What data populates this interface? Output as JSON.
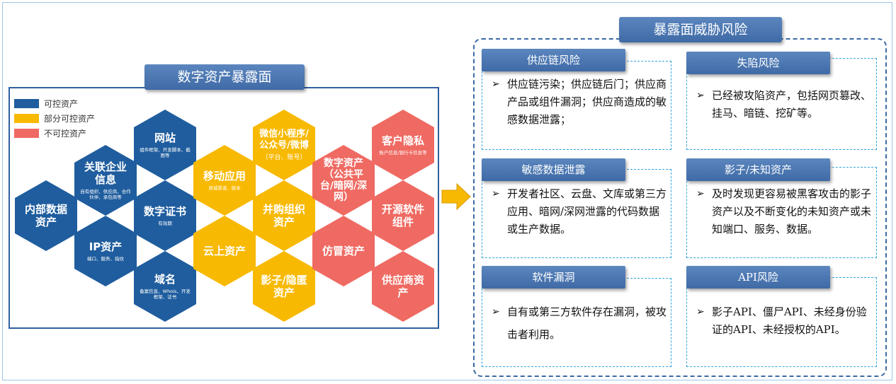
{
  "left": {
    "title": "数字资产暴露面",
    "legend": [
      {
        "label": "可控资产",
        "color": "#1f5d9e"
      },
      {
        "label": "部分可控资产",
        "color": "#f8b902"
      },
      {
        "label": "不可控资产",
        "color": "#ef6a62"
      }
    ],
    "hexes": {
      "internal": {
        "title": "内部数据资产"
      },
      "related": {
        "title": "关联企业信息",
        "sub": "自有组织、供应商、合作伙伴、承包商等"
      },
      "website": {
        "title": "网站",
        "sub": "组件框架、开发脚本、截图等"
      },
      "cert": {
        "title": "数字证书",
        "sub": "有效期"
      },
      "ip": {
        "title": "IP资产",
        "sub": "端口、服务、指纹"
      },
      "domain": {
        "title": "域名",
        "sub": "备案信息、Whois、开发框架、证书"
      },
      "mobile": {
        "title": "移动应用",
        "sub": "商城渠道、版本"
      },
      "cloud": {
        "title": "云上资产"
      },
      "wechat": {
        "title": "微信小程序/公众号/微博",
        "sub": "（平台、账号）"
      },
      "merger": {
        "title": "并购组织资产"
      },
      "shadow": {
        "title": "影子/隐匿资产"
      },
      "digital": {
        "title": "数字资产（公共平台/暗网/深网）"
      },
      "counterfeit": {
        "title": "仿冒资产"
      },
      "privacy": {
        "title": "客户隐私",
        "sub": "账户信息/银行卡信息等"
      },
      "opensource": {
        "title": "开源软件组件"
      },
      "supplier": {
        "title": "供应商资产"
      }
    }
  },
  "right": {
    "title": "暴露面威胁风险",
    "panels": {
      "supply": {
        "title": "供应链风险",
        "text": "供应链污染；供应链后门；供应商产品或组件漏洞；供应商造成的敏感数据泄露；"
      },
      "fallen": {
        "title": "失陷风险",
        "text": "已经被攻陷资产，包括网页篡改、挂马、暗链、挖矿等。"
      },
      "leak": {
        "title": "敏感数据泄露",
        "text": "开发者社区、云盘、文库或第三方应用、暗网/深网泄露的代码数据或生产数据。"
      },
      "shadow": {
        "title": "影子/未知资产",
        "text": "及时发现更容易被黑客攻击的影子资产以及不断变化的未知资产或未知端口、服务、数据。"
      },
      "vuln": {
        "title": "软件漏洞",
        "text": "自有或第三方软件存在漏洞，被攻击者利用。"
      },
      "api": {
        "title": "API风险",
        "text": "影子API、僵尸API、未经身份验证的API、未经授权的API。"
      }
    },
    "bullet": "➢"
  }
}
